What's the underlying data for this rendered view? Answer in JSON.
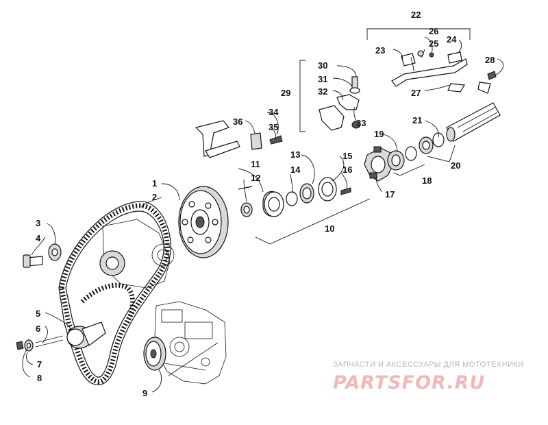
{
  "callouts": [
    "1",
    "2",
    "3",
    "4",
    "5",
    "6",
    "7",
    "8",
    "9",
    "10",
    "11",
    "12",
    "13",
    "14",
    "15",
    "16",
    "17",
    "18",
    "19",
    "20",
    "21",
    "22",
    "23",
    "24",
    "25",
    "26",
    "27",
    "28",
    "29",
    "30",
    "31",
    "32",
    "33",
    "34",
    "35",
    "36"
  ],
  "watermark": {
    "caption": "ЗАПЧАСТИ И АКСЕССУАРЫ ДЛЯ МОТОТЕХНИКИ",
    "logo": "PARTSFOR.RU"
  }
}
